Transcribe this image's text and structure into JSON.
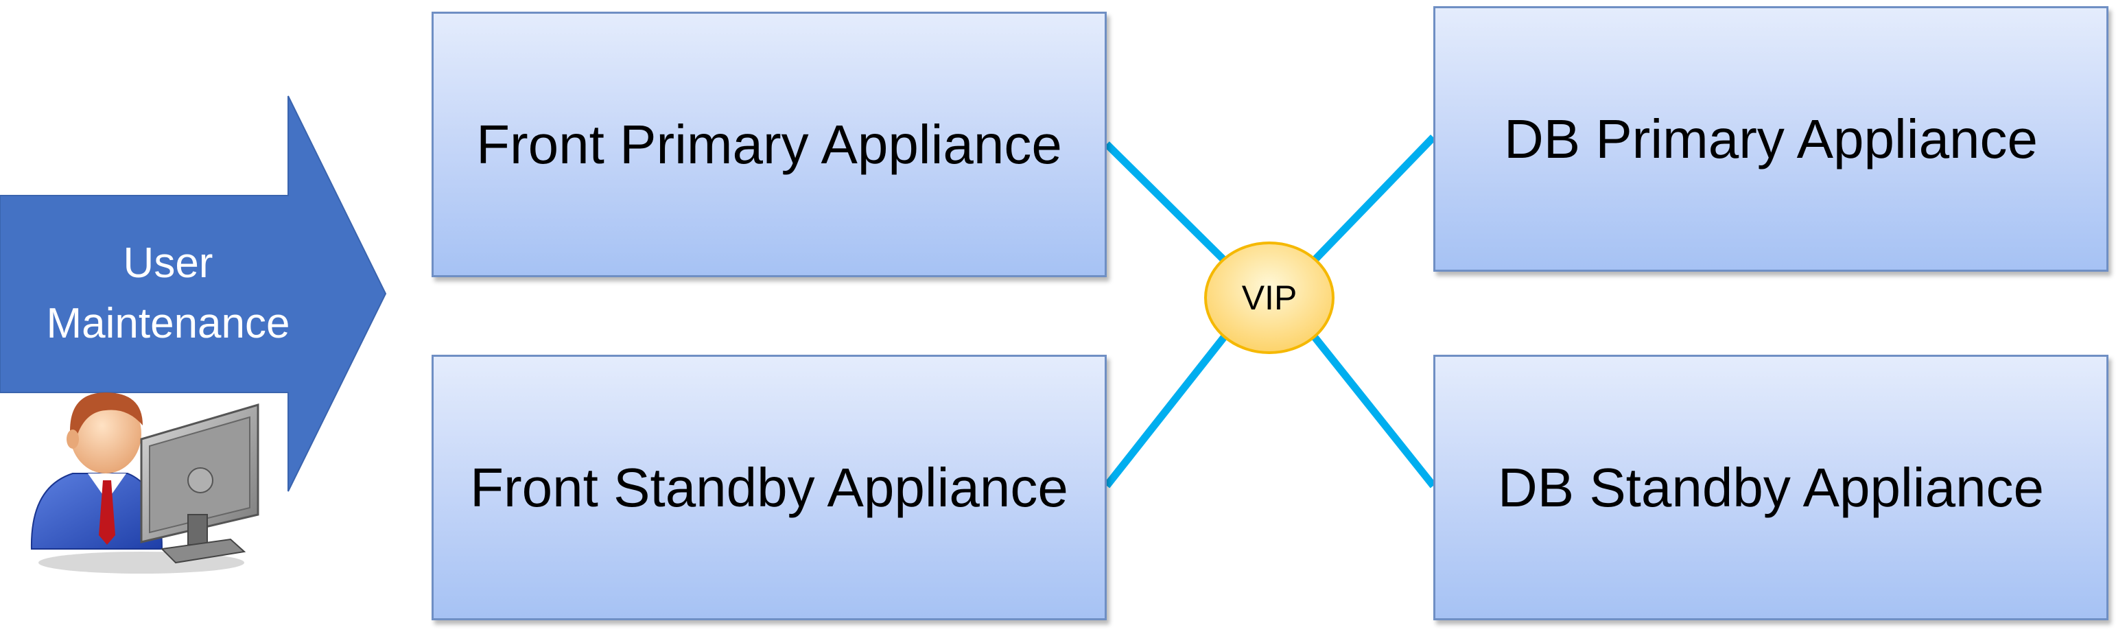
{
  "arrow": {
    "label_line1": "User",
    "label_line2": "Maintenance"
  },
  "hub": {
    "label": "VIP"
  },
  "boxes": {
    "front_primary": "Front Primary Appliance",
    "front_standby": "Front Standby Appliance",
    "db_primary": "DB Primary Appliance",
    "db_standby": "DB Standby Appliance"
  },
  "icons": {
    "user": "user-at-computer-icon"
  },
  "colors": {
    "arrow_fill": "#4472c4",
    "box_border": "#6f8fc4",
    "box_gradient_top": "#e4ecfc",
    "box_gradient_bottom": "#a6c2f4",
    "connector": "#00aeef",
    "hub_fill": "#fde08a",
    "hub_border": "#f5b800"
  }
}
